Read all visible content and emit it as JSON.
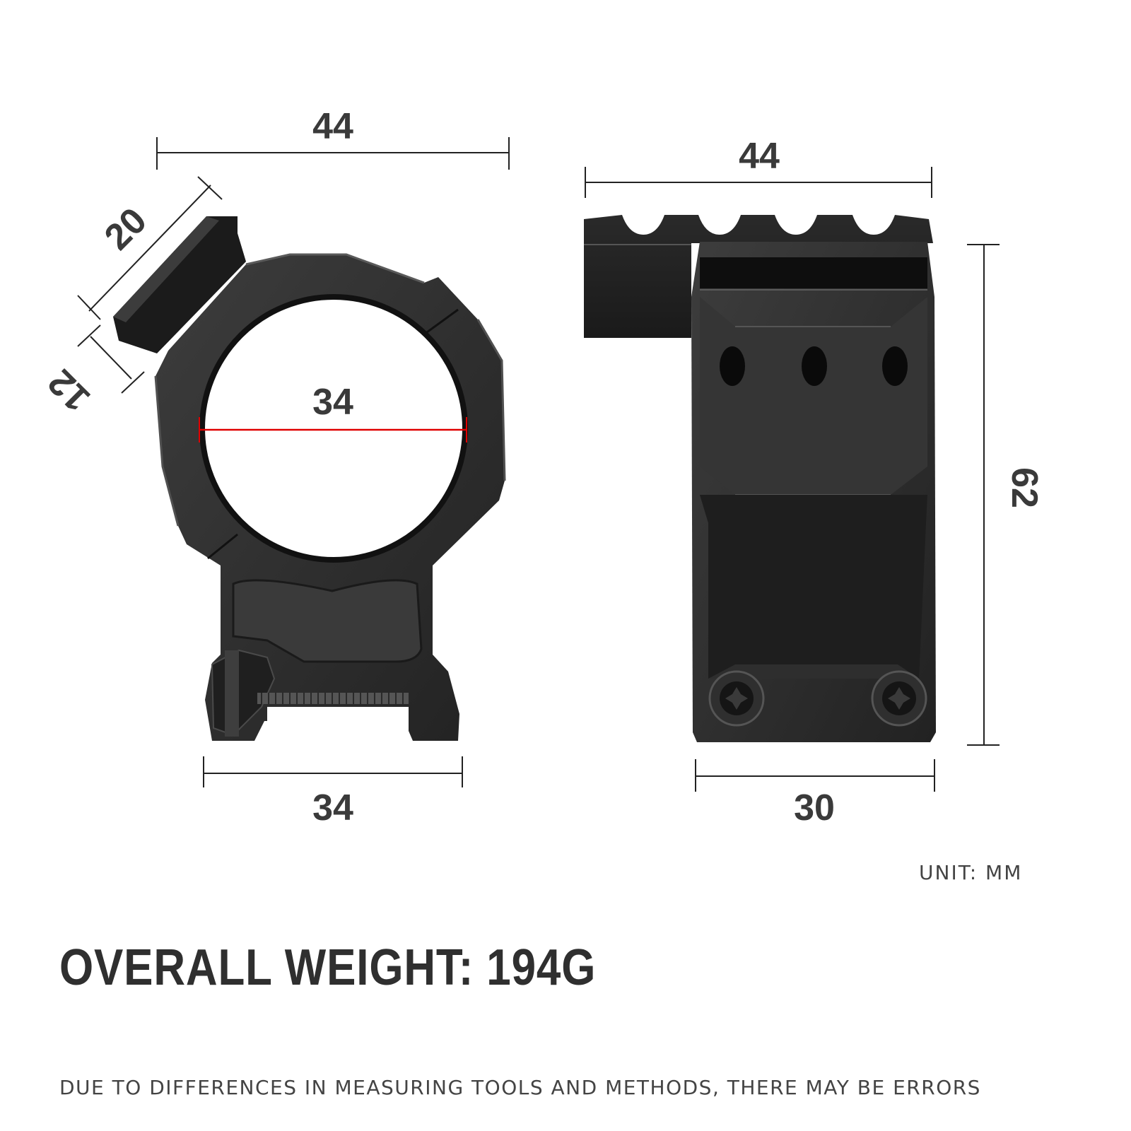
{
  "dimensions": {
    "front_top_width": "44",
    "front_rail_length": "20",
    "front_rail_height": "12",
    "inner_diameter": "34",
    "front_base_width": "34",
    "side_top_width": "44",
    "side_height": "62",
    "side_base_width": "30"
  },
  "unit_label": "UNIT: MM",
  "weight_label": "OVERALL WEIGHT: 194G",
  "disclaimer": "DUE TO DIFFERENCES IN MEASURING TOOLS AND METHODS, THERE MAY BE ERRORS",
  "colors": {
    "body": "#2b2b2b",
    "highlight": "#4a4a4a",
    "dimension_line": "#222222",
    "diameter_line": "#e00000",
    "text": "#3a3a3a"
  }
}
